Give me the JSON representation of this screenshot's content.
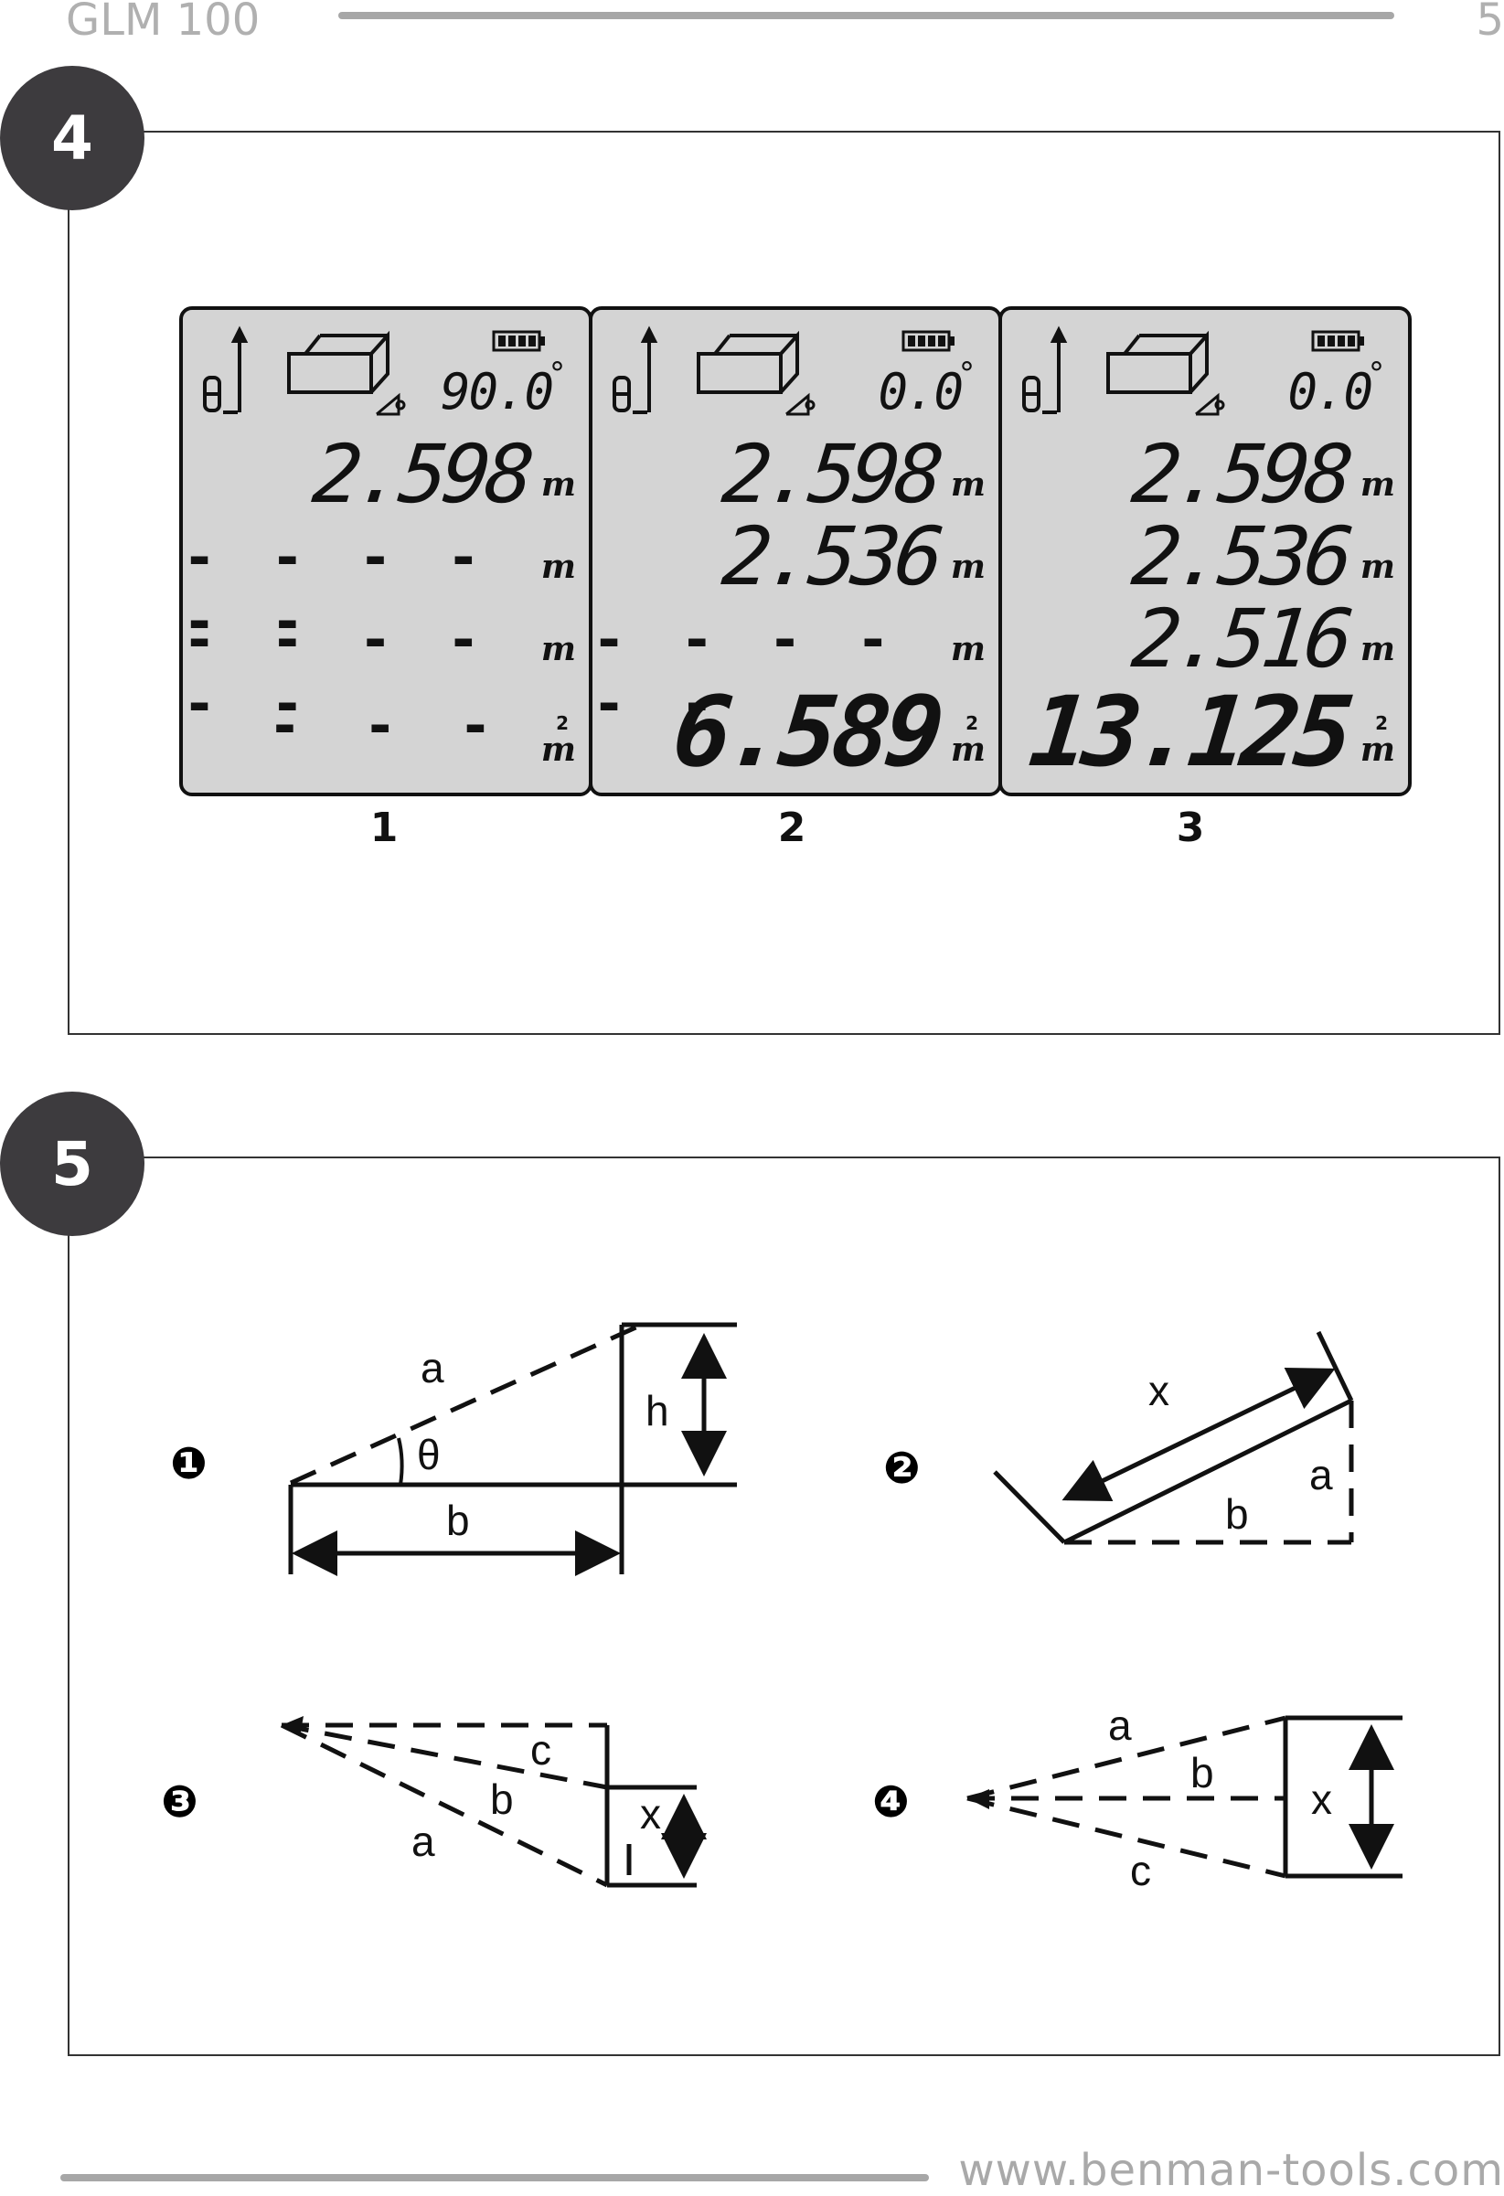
{
  "header": {
    "title": "GLM 100",
    "page": "5"
  },
  "footer": {
    "url": "www.benman-tools.com"
  },
  "sections": [
    {
      "badge": "4"
    },
    {
      "badge": "5"
    }
  ],
  "displays": [
    {
      "label": "1",
      "angle": "90.0",
      "degree": "°",
      "row1": "2.598",
      "row2": "- - - - - -",
      "row3": "- - - - - -",
      "row4": "- - -",
      "unit": "m",
      "area_sup": "2"
    },
    {
      "label": "2",
      "angle": "0.0",
      "degree": "°",
      "row1": "2.598",
      "row2": "2.536",
      "row3": "- - - - - -",
      "row4": "6.589",
      "unit": "m",
      "area_sup": "2"
    },
    {
      "label": "3",
      "angle": "0.0",
      "degree": "°",
      "row1": "2.598",
      "row2": "2.536",
      "row3": "2.516",
      "row4": "13.125",
      "unit": "m",
      "area_sup": "2"
    }
  ],
  "diagrams": [
    {
      "marker": "❶",
      "labels": {
        "a": "a",
        "h": "h",
        "theta": "θ",
        "b": "b"
      }
    },
    {
      "marker": "❷",
      "labels": {
        "x": "x",
        "a": "a",
        "b": "b"
      }
    },
    {
      "marker": "❸",
      "labels": {
        "c": "c",
        "b": "b",
        "a": "a",
        "x": "x"
      }
    },
    {
      "marker": "❹",
      "labels": {
        "a": "a",
        "b": "b",
        "c": "c",
        "x": "x"
      }
    }
  ]
}
